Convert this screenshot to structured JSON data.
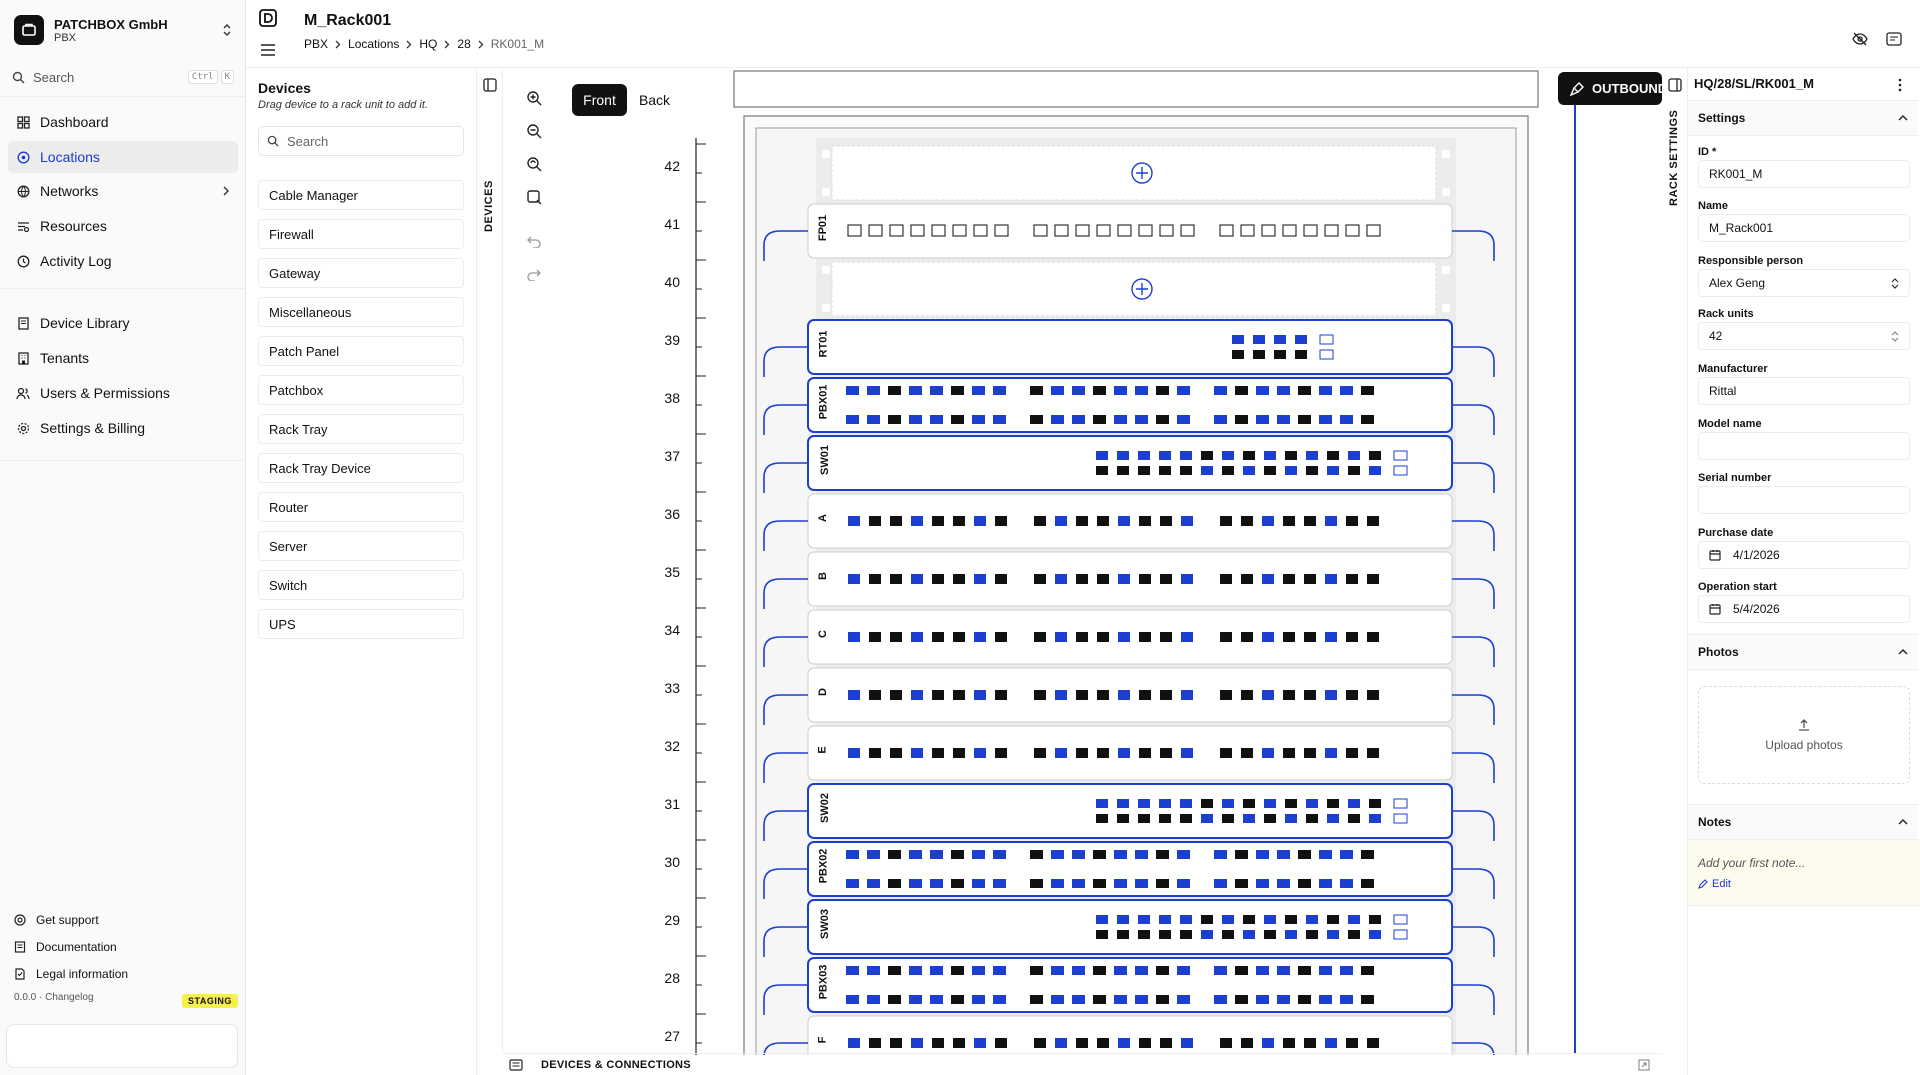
{
  "org": {
    "name": "PATCHBOX GmbH",
    "subtitle": "PBX"
  },
  "sidebar": {
    "search_placeholder": "Search",
    "shortcut": [
      "Ctrl",
      "K"
    ],
    "nav": [
      {
        "label": "Dashboard",
        "icon": "dashboard-icon"
      },
      {
        "label": "Locations",
        "icon": "location-pin-icon",
        "active": true
      },
      {
        "label": "Networks",
        "icon": "globe-icon"
      },
      {
        "label": "Resources",
        "icon": "resources-icon"
      },
      {
        "label": "Activity Log",
        "icon": "history-icon"
      },
      {
        "label": "Device Library",
        "icon": "book-icon"
      },
      {
        "label": "Tenants",
        "icon": "building-icon"
      },
      {
        "label": "Users & Permissions",
        "icon": "users-icon"
      },
      {
        "label": "Settings & Billing",
        "icon": "gear-icon"
      }
    ],
    "footer": [
      {
        "label": "Get support",
        "icon": "support-icon"
      },
      {
        "label": "Documentation",
        "icon": "document-icon"
      },
      {
        "label": "Legal information",
        "icon": "legal-icon"
      }
    ],
    "version": "0.0.0 · Changelog",
    "env_badge": "STAGING"
  },
  "header": {
    "title": "M_Rack001",
    "breadcrumb": [
      "PBX",
      "Locations",
      "HQ",
      "28",
      "RK001_M"
    ]
  },
  "devices_panel": {
    "title": "Devices",
    "subtitle": "Drag device to a rack unit to add it.",
    "search_placeholder": "Search",
    "tab_label": "DEVICES",
    "items": [
      "Cable Manager",
      "Firewall",
      "Gateway",
      "Miscellaneous",
      "Patch Panel",
      "Patchbox",
      "Rack Tray",
      "Rack Tray Device",
      "Router",
      "Server",
      "Switch",
      "UPS"
    ]
  },
  "view_toggle": {
    "front": "Front",
    "back": "Back",
    "active": "front"
  },
  "rack": {
    "rows": [
      {
        "u": "42",
        "device": "",
        "type": "empty"
      },
      {
        "u": "41",
        "device": "FP01",
        "type": "fiber"
      },
      {
        "u": "40",
        "device": "",
        "type": "empty"
      },
      {
        "u": "39",
        "device": "RT01",
        "type": "router"
      },
      {
        "u": "38",
        "device": "PBX01",
        "type": "patchbox"
      },
      {
        "u": "37",
        "device": "SW01",
        "type": "switch"
      },
      {
        "u": "36",
        "device": "A",
        "type": "panel"
      },
      {
        "u": "35",
        "device": "B",
        "type": "panel"
      },
      {
        "u": "34",
        "device": "C",
        "type": "panel"
      },
      {
        "u": "33",
        "device": "D",
        "type": "panel"
      },
      {
        "u": "32",
        "device": "E",
        "type": "panel"
      },
      {
        "u": "31",
        "device": "SW02",
        "type": "switch"
      },
      {
        "u": "30",
        "device": "PBX02",
        "type": "patchbox"
      },
      {
        "u": "29",
        "device": "SW03",
        "type": "switch"
      },
      {
        "u": "28",
        "device": "PBX03",
        "type": "patchbox"
      },
      {
        "u": "27",
        "device": "F",
        "type": "panel"
      }
    ],
    "panel_ports": 24,
    "accent_color": "#1d3fd1"
  },
  "outbound": {
    "label": "OUTBOUND"
  },
  "rack_settings": {
    "tab_label": "RACK SETTINGS",
    "path": "HQ/28/SL/RK001_M",
    "settings_title": "Settings",
    "fields": [
      {
        "label": "ID *",
        "value": ""
      },
      {
        "label": "Name",
        "value": ""
      },
      {
        "label": "Responsible person",
        "value": ""
      },
      {
        "label": "Rack units",
        "value": ""
      },
      {
        "label": "Manufacturer",
        "value": ""
      },
      {
        "label": "Model name",
        "value": ""
      },
      {
        "label": "Serial number",
        "value": ""
      },
      {
        "label": "Purchase date",
        "value": ""
      },
      {
        "label": "Operation start",
        "value": ""
      }
    ],
    "values": {
      "id": "RK001_M",
      "name": "M_Rack001",
      "responsible": "Alex Geng",
      "rack_units": "42",
      "manufacturer": "Rittal",
      "model_name": "",
      "serial_number": "",
      "purchase_date": "4/1/2026",
      "operation_start": "5/4/2026"
    },
    "photos_title": "Photos",
    "upload_label": "Upload photos",
    "notes_title": "Notes",
    "notes_placeholder": "Add your first note...",
    "edit_label": "Edit"
  },
  "bottom_bar": {
    "label": "DEVICES & CONNECTIONS"
  }
}
